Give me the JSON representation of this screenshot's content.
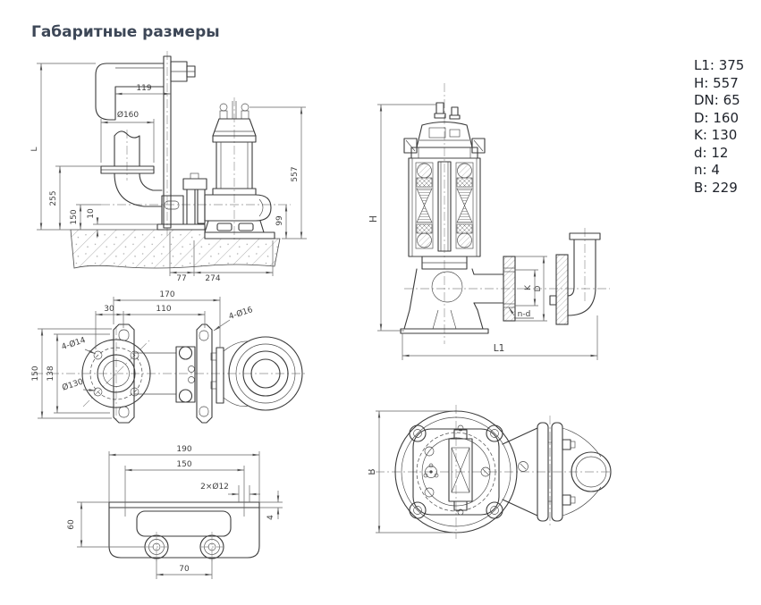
{
  "page": {
    "title": "Габаритные размеры"
  },
  "spec_list": {
    "items": [
      {
        "text": "L1: 375"
      },
      {
        "text": "H: 557"
      },
      {
        "text": "DN: 65"
      },
      {
        "text": "D: 160"
      },
      {
        "text": "K: 130"
      },
      {
        "text": "d: 12"
      },
      {
        "text": "n: 4"
      },
      {
        "text": "B: 229"
      }
    ]
  },
  "drawings": {
    "installation": {
      "dims": {
        "L": "L",
        "w119": "119",
        "dia160": "Ø160",
        "h255": "255",
        "h150": "150",
        "h10": "10",
        "w77": "77",
        "w274": "274",
        "h99": "99",
        "h557": "557"
      }
    },
    "coupling_top": {
      "dims": {
        "w170": "170",
        "w30": "30",
        "w110": "110",
        "holes16": "4-Ø16",
        "holes14": "4-Ø14",
        "dia130": "Ø130",
        "h150": "150",
        "h138": "138"
      }
    },
    "bracket": {
      "dims": {
        "w190": "190",
        "w150": "150",
        "holes12": "2×Ø12",
        "h60": "60",
        "t4": "4",
        "w70": "70"
      }
    },
    "pump_section": {
      "dims": {
        "H": "H",
        "K": "K",
        "D": "D",
        "nd": "n-d",
        "L1": "L1"
      }
    },
    "pump_top": {
      "dims": {
        "B": "B"
      }
    }
  }
}
